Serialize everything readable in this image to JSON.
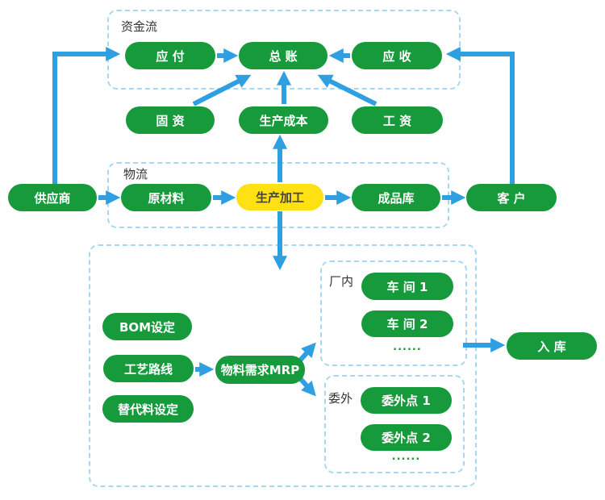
{
  "groups": {
    "funds": {
      "label": "资金流"
    },
    "logistics": {
      "label": "物流"
    },
    "inhouse": {
      "label": "厂内"
    },
    "outsource": {
      "label": "委外"
    }
  },
  "nodes": {
    "payable": "应 付",
    "ledger": "总 账",
    "receivable": "应 收",
    "fixed_assets": "固 资",
    "production_cost": "生产成本",
    "wages": "工 资",
    "supplier": "供应商",
    "raw_material": "原材料",
    "production": "生产加工",
    "finished_goods": "成品库",
    "customer": "客 户",
    "bom": "BOM设定",
    "routing": "工艺路线",
    "substitute": "替代料设定",
    "mrp": "物料需求MRP",
    "workshop1": "车 间 1",
    "workshop2": "车 间 2",
    "outsource1": "委外点 1",
    "outsource2": "委外点 2",
    "warehouse_in": "入 库",
    "ellipsis": "......"
  },
  "colors": {
    "node_green": "#169a3b",
    "node_yellow": "#ffe013",
    "arrow_blue": "#2e9fe0",
    "dashed_border": "#a8d8ef",
    "label_text": "#333333"
  }
}
